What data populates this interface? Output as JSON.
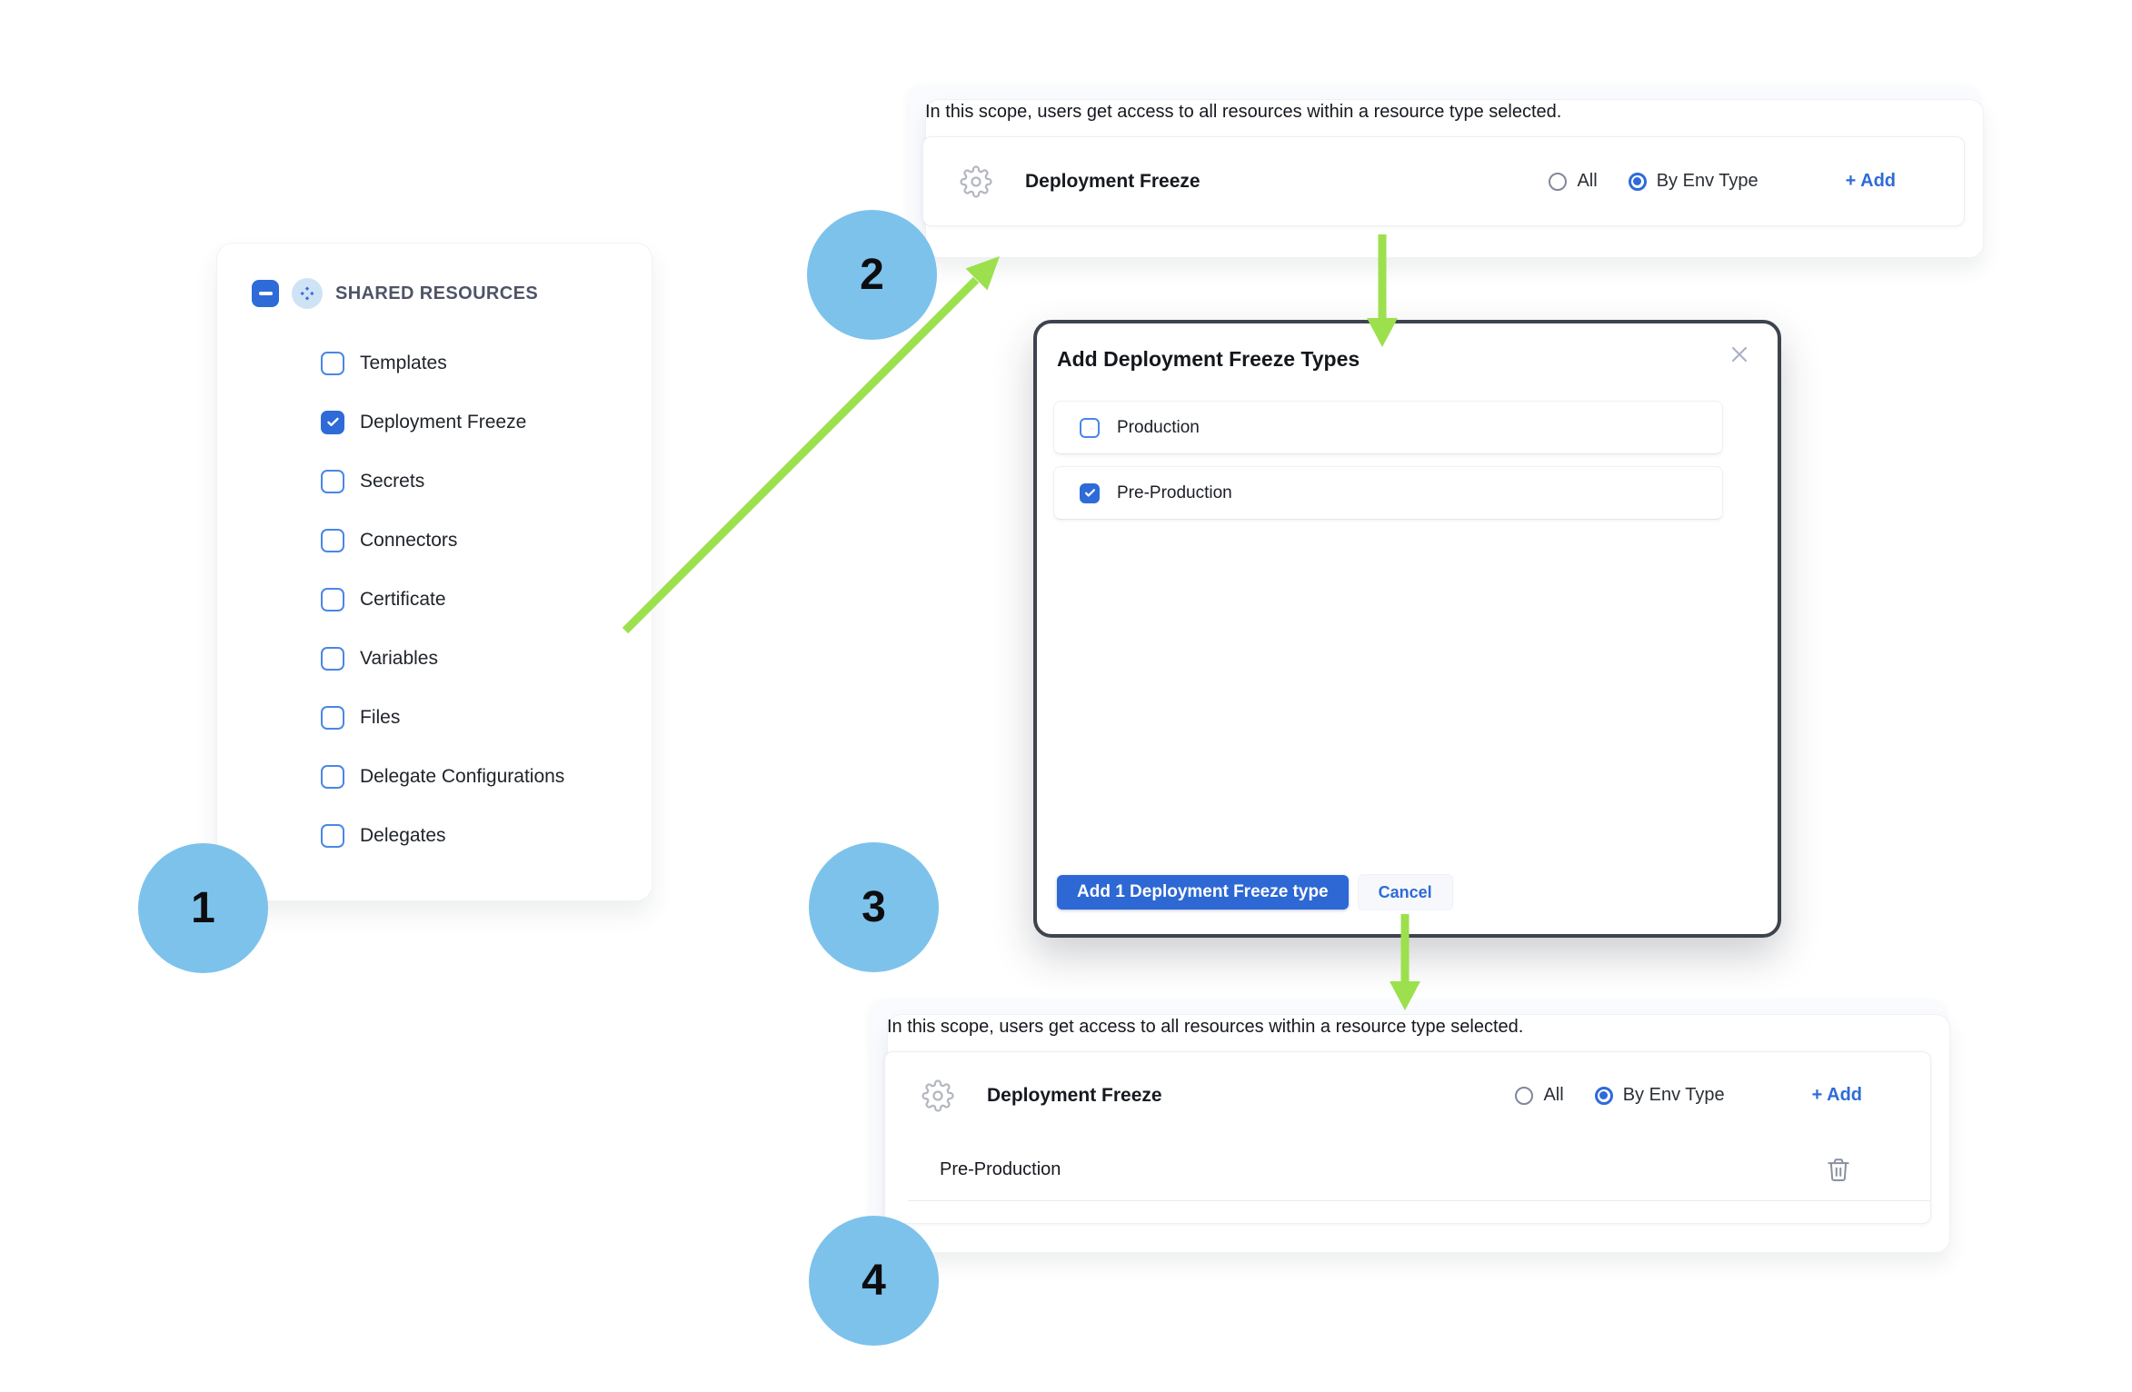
{
  "steps": {
    "s1": "1",
    "s2": "2",
    "s3": "3",
    "s4": "4"
  },
  "resource_panel": {
    "group_label": "SHARED RESOURCES",
    "group_checkbox_state": "indeterminate",
    "items": [
      {
        "label": "Templates",
        "checked": false
      },
      {
        "label": "Deployment Freeze",
        "checked": true
      },
      {
        "label": "Secrets",
        "checked": false
      },
      {
        "label": "Connectors",
        "checked": false
      },
      {
        "label": "Certificate",
        "checked": false
      },
      {
        "label": "Variables",
        "checked": false
      },
      {
        "label": "Files",
        "checked": false
      },
      {
        "label": "Delegate Configurations",
        "checked": false
      },
      {
        "label": "Delegates",
        "checked": false
      }
    ]
  },
  "scope_panel_top": {
    "description": "In this scope, users get access to all resources within a resource type selected.",
    "resource_label": "Deployment Freeze",
    "options": [
      {
        "label": "All",
        "selected": false
      },
      {
        "label": "By Env Type",
        "selected": true
      }
    ],
    "add_label": "+ Add"
  },
  "modal": {
    "title": "Add Deployment Freeze Types",
    "options": [
      {
        "label": "Production",
        "checked": false
      },
      {
        "label": "Pre-Production",
        "checked": true
      }
    ],
    "primary_button": "Add 1 Deployment Freeze type",
    "cancel_button": "Cancel"
  },
  "scope_panel_bottom": {
    "description": "In this scope, users get access to all resources within a resource type selected.",
    "resource_label": "Deployment Freeze",
    "options": [
      {
        "label": "All",
        "selected": false
      },
      {
        "label": "By Env Type",
        "selected": true
      }
    ],
    "add_label": "+ Add",
    "selected_type": "Pre-Production"
  },
  "colors": {
    "accent_blue": "#2E6BD8",
    "checkbox_border": "#4A86E8",
    "step_circle_blue": "#7DC2EB",
    "arrow_green": "#9CE04E",
    "modal_border": "#3E444E"
  }
}
